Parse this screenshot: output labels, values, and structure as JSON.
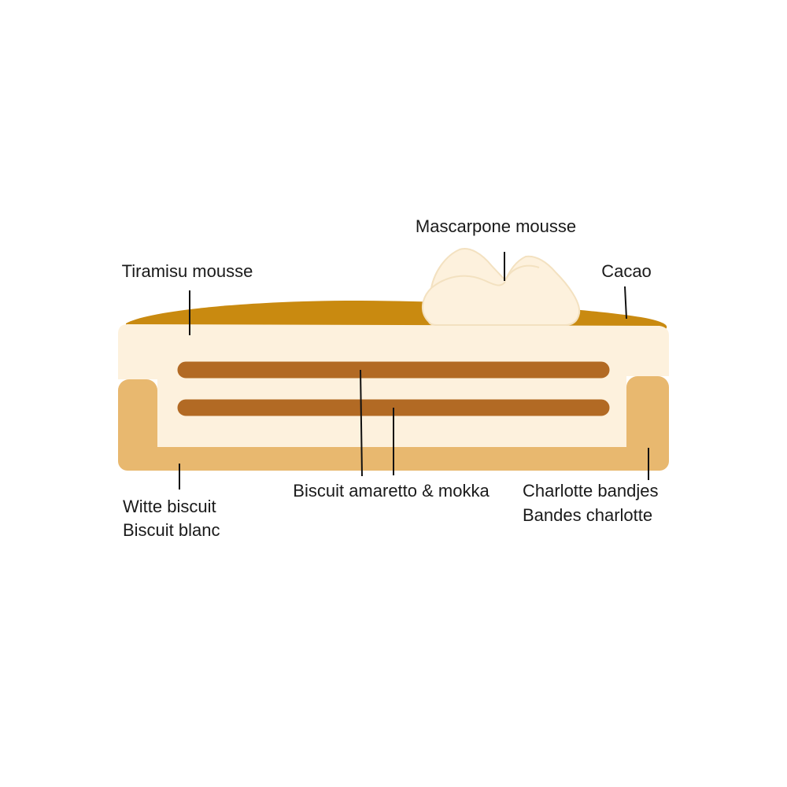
{
  "colors": {
    "background": "#ffffff",
    "cream_mousse": "#fdf1dd",
    "mousse_outline": "#f3e1c0",
    "cacao": "#c98a10",
    "biscuit_strip": "#b26a24",
    "charlotte": "#e8b86f",
    "label_text": "#1a1a1a",
    "leader_line": "#111111"
  },
  "labels": {
    "mascarpone": "Mascarpone mousse",
    "tiramisu": "Tiramisu mousse",
    "cacao": "Cacao",
    "witte_biscuit_nl": "Witte biscuit",
    "witte_biscuit_fr": "Biscuit blanc",
    "amaretto": "Biscuit amaretto & mokka",
    "charlotte_nl": "Charlotte bandjes",
    "charlotte_fr": "Bandes charlotte"
  }
}
